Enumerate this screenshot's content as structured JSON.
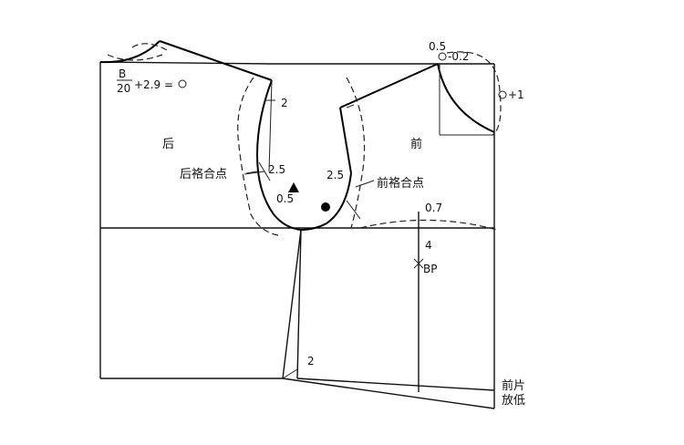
{
  "labels": {
    "back": "后",
    "front": "前",
    "back_armhole_point": "后袼合点",
    "front_armhole_point": "前袼合点",
    "front_lower_1": "前片",
    "front_lower_2": "放低",
    "bp": "BP",
    "formula_top": "B",
    "formula_bottom": "20",
    "formula_rest": "+2.9 =",
    "circle_minus": "-0.2",
    "circle_plus": "+1"
  },
  "measurements": {
    "top_front": "0.5",
    "armhole_back_drop": "2",
    "back_2_5": "2.5",
    "front_2_5": "2.5",
    "underarm_0_5": "0.5",
    "front_0_7": "0.7",
    "dart_4": "4",
    "hem_2": "2"
  }
}
